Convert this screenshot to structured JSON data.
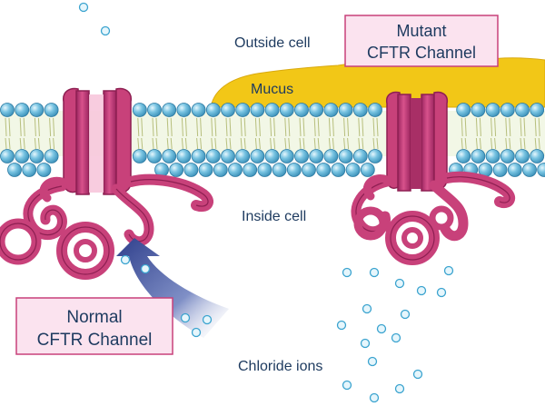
{
  "labels": {
    "outside_cell": "Outside cell",
    "inside_cell": "Inside cell",
    "mucus": "Mucus",
    "chloride_ions": "Chloride ions",
    "normal_line1": "Normal",
    "normal_line2": "CFTR Channel",
    "mutant_line1": "Mutant",
    "mutant_line2": "CFTR Channel"
  },
  "colors": {
    "background": "#ffffff",
    "lipid_head": "#5fb6d8",
    "lipid_head_shine": "#d7f0fb",
    "lipid_tail": "#b7bf7d",
    "membrane_core": "#f2f7e6",
    "protein": "#c8417a",
    "protein_light": "#e06b9e",
    "protein_dark": "#8e1f52",
    "mucus": "#f2c717",
    "label_box_fill": "#fbe3ef",
    "label_box_stroke": "#c8417a",
    "ion_fill": "#e6f6fc",
    "ion_stroke": "#3aa3cf",
    "arrow": "#3a4d9a",
    "text": "#1d3a5f"
  },
  "icons": {
    "normal_channel": "cftr-channel-open-icon",
    "mutant_channel": "cftr-channel-blocked-icon",
    "flow_arrow": "ion-flow-arrow-icon"
  }
}
